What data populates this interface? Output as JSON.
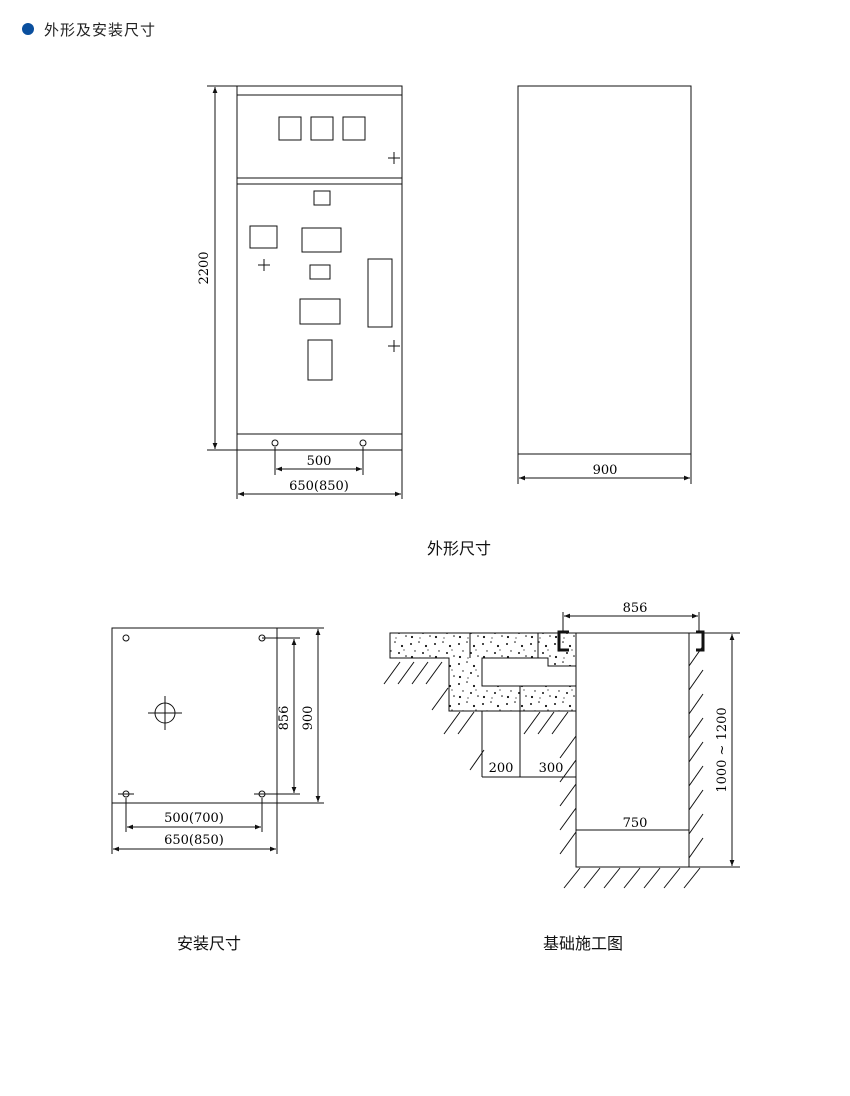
{
  "header": {
    "title": "外形及安装尺寸",
    "bullet_color": "#0a4f9e"
  },
  "elevation": {
    "height_label": "2200",
    "hole_spacing_label": "500",
    "front_width_label": "650(850)",
    "side_width_label": "900",
    "caption": "外形尺寸"
  },
  "install": {
    "depth_inner_label": "856",
    "depth_outer_label": "900",
    "hole_width_label": "500(700)",
    "outer_width_label": "650(850)",
    "caption": "安装尺寸"
  },
  "foundation": {
    "top_width_label": "856",
    "depth_range_label": "1000 ~ 1200",
    "dim_a_label": "200",
    "dim_b_label": "300",
    "cabinet_width_label": "750",
    "caption": "基础施工图"
  }
}
